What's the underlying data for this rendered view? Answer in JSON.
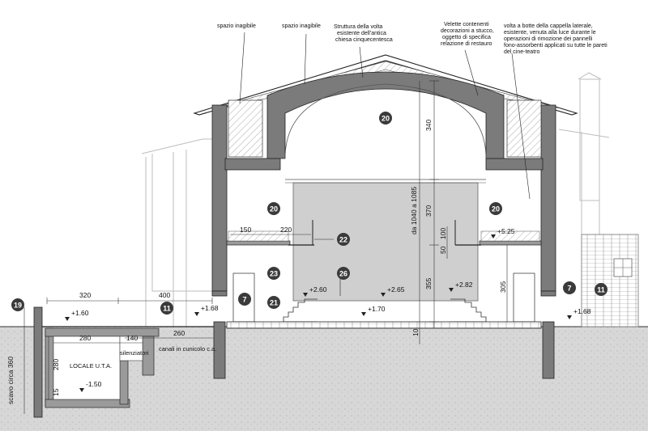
{
  "annotations": {
    "attic_left": "spazio inagibile",
    "attic_right": "spazio inagibile",
    "vault_l1": "Struttura della volta",
    "vault_l2": "esistente dell'antica",
    "vault_l3": "chiesa cinquecentesca",
    "stucco_l1": "Velette contenenti",
    "stucco_l2": "decorazioni a stucco,",
    "stucco_l3": "oggetto di specifica",
    "stucco_l4": "relazione di restauro",
    "chapel_l1": "volta a botte della cappella laterale,",
    "chapel_l2": "esistente, venuta alla luce durante le",
    "chapel_l3": "operazioni di rimozione dei pannelli",
    "chapel_l4": "fono-assorbenti applicati su tutte le pareti",
    "chapel_l5": "del cine-teatro"
  },
  "dimensions": {
    "d320": "320",
    "d400": "400",
    "d150": "150",
    "d220": "220",
    "d280h": "280",
    "d140": "140",
    "d260": "260",
    "d280v": "280",
    "d15": "15",
    "d340": "340",
    "d370": "370",
    "d355": "355",
    "d10": "10",
    "d100": "100",
    "d50": "50",
    "d305": "305",
    "height_range": "da 1040 a 1085",
    "excavation": "scavo circa 360"
  },
  "levels": {
    "l160": "+1.60",
    "l168a": "+1.68",
    "l168b": "+1.68",
    "l260": "+2.60",
    "l265": "+2.65",
    "l282": "+2.82",
    "l170": "+1.70",
    "l525": "+5.25",
    "lm150": "-1.50"
  },
  "labels": {
    "uta_room": "LOCALE U.T.A.",
    "silencer": "silenziatori",
    "ducts": "canali in cunicolo c.a."
  },
  "badges": {
    "b19": "19",
    "b11a": "11",
    "b11b": "11",
    "b7a": "7",
    "b7b": "7",
    "b20a": "20",
    "b20b": "20",
    "b20c": "20",
    "b21": "21",
    "b22": "22",
    "b23": "23",
    "b26": "26"
  }
}
